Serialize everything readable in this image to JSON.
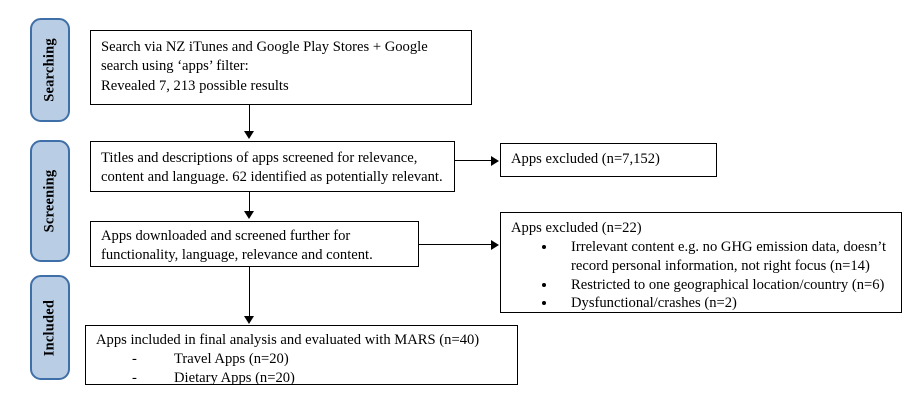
{
  "diagram": {
    "title": "App selection flow diagram",
    "accent_fill": "#b9cde5",
    "accent_border": "#3f6fa8",
    "box_border": "#000000",
    "text_color": "#000000"
  },
  "stages": [
    {
      "label": "Searching"
    },
    {
      "label": "Screening"
    },
    {
      "label": "Included"
    }
  ],
  "boxes": {
    "search": {
      "line1": "Search via NZ iTunes and Google Play Stores + Google",
      "line2": "search using ‘apps’ filter:",
      "line3": "Revealed 7, 213 possible results"
    },
    "titles_screened": {
      "line1": "Titles and descriptions of apps screened for relevance,",
      "line2": "content and language. 62 identified as potentially relevant."
    },
    "excluded_first": {
      "line1": "Apps excluded (n=7,152)"
    },
    "downloaded_screened": {
      "line1": "Apps downloaded and screened further for",
      "line2": "functionality, language, relevance and content."
    },
    "excluded_second": {
      "heading": "Apps excluded (n=22)",
      "bullets": [
        "Irrelevant content e.g. no GHG emission data, doesn’t record personal information, not right focus (n=14)",
        "Restricted to one geographical location/country (n=6)",
        "Dysfunctional/crashes (n=2)"
      ]
    },
    "included_final": {
      "heading": "Apps included in final analysis and evaluated with MARS (n=40)",
      "items": [
        "Travel Apps (n=20)",
        "Dietary Apps (n=20)"
      ]
    }
  }
}
